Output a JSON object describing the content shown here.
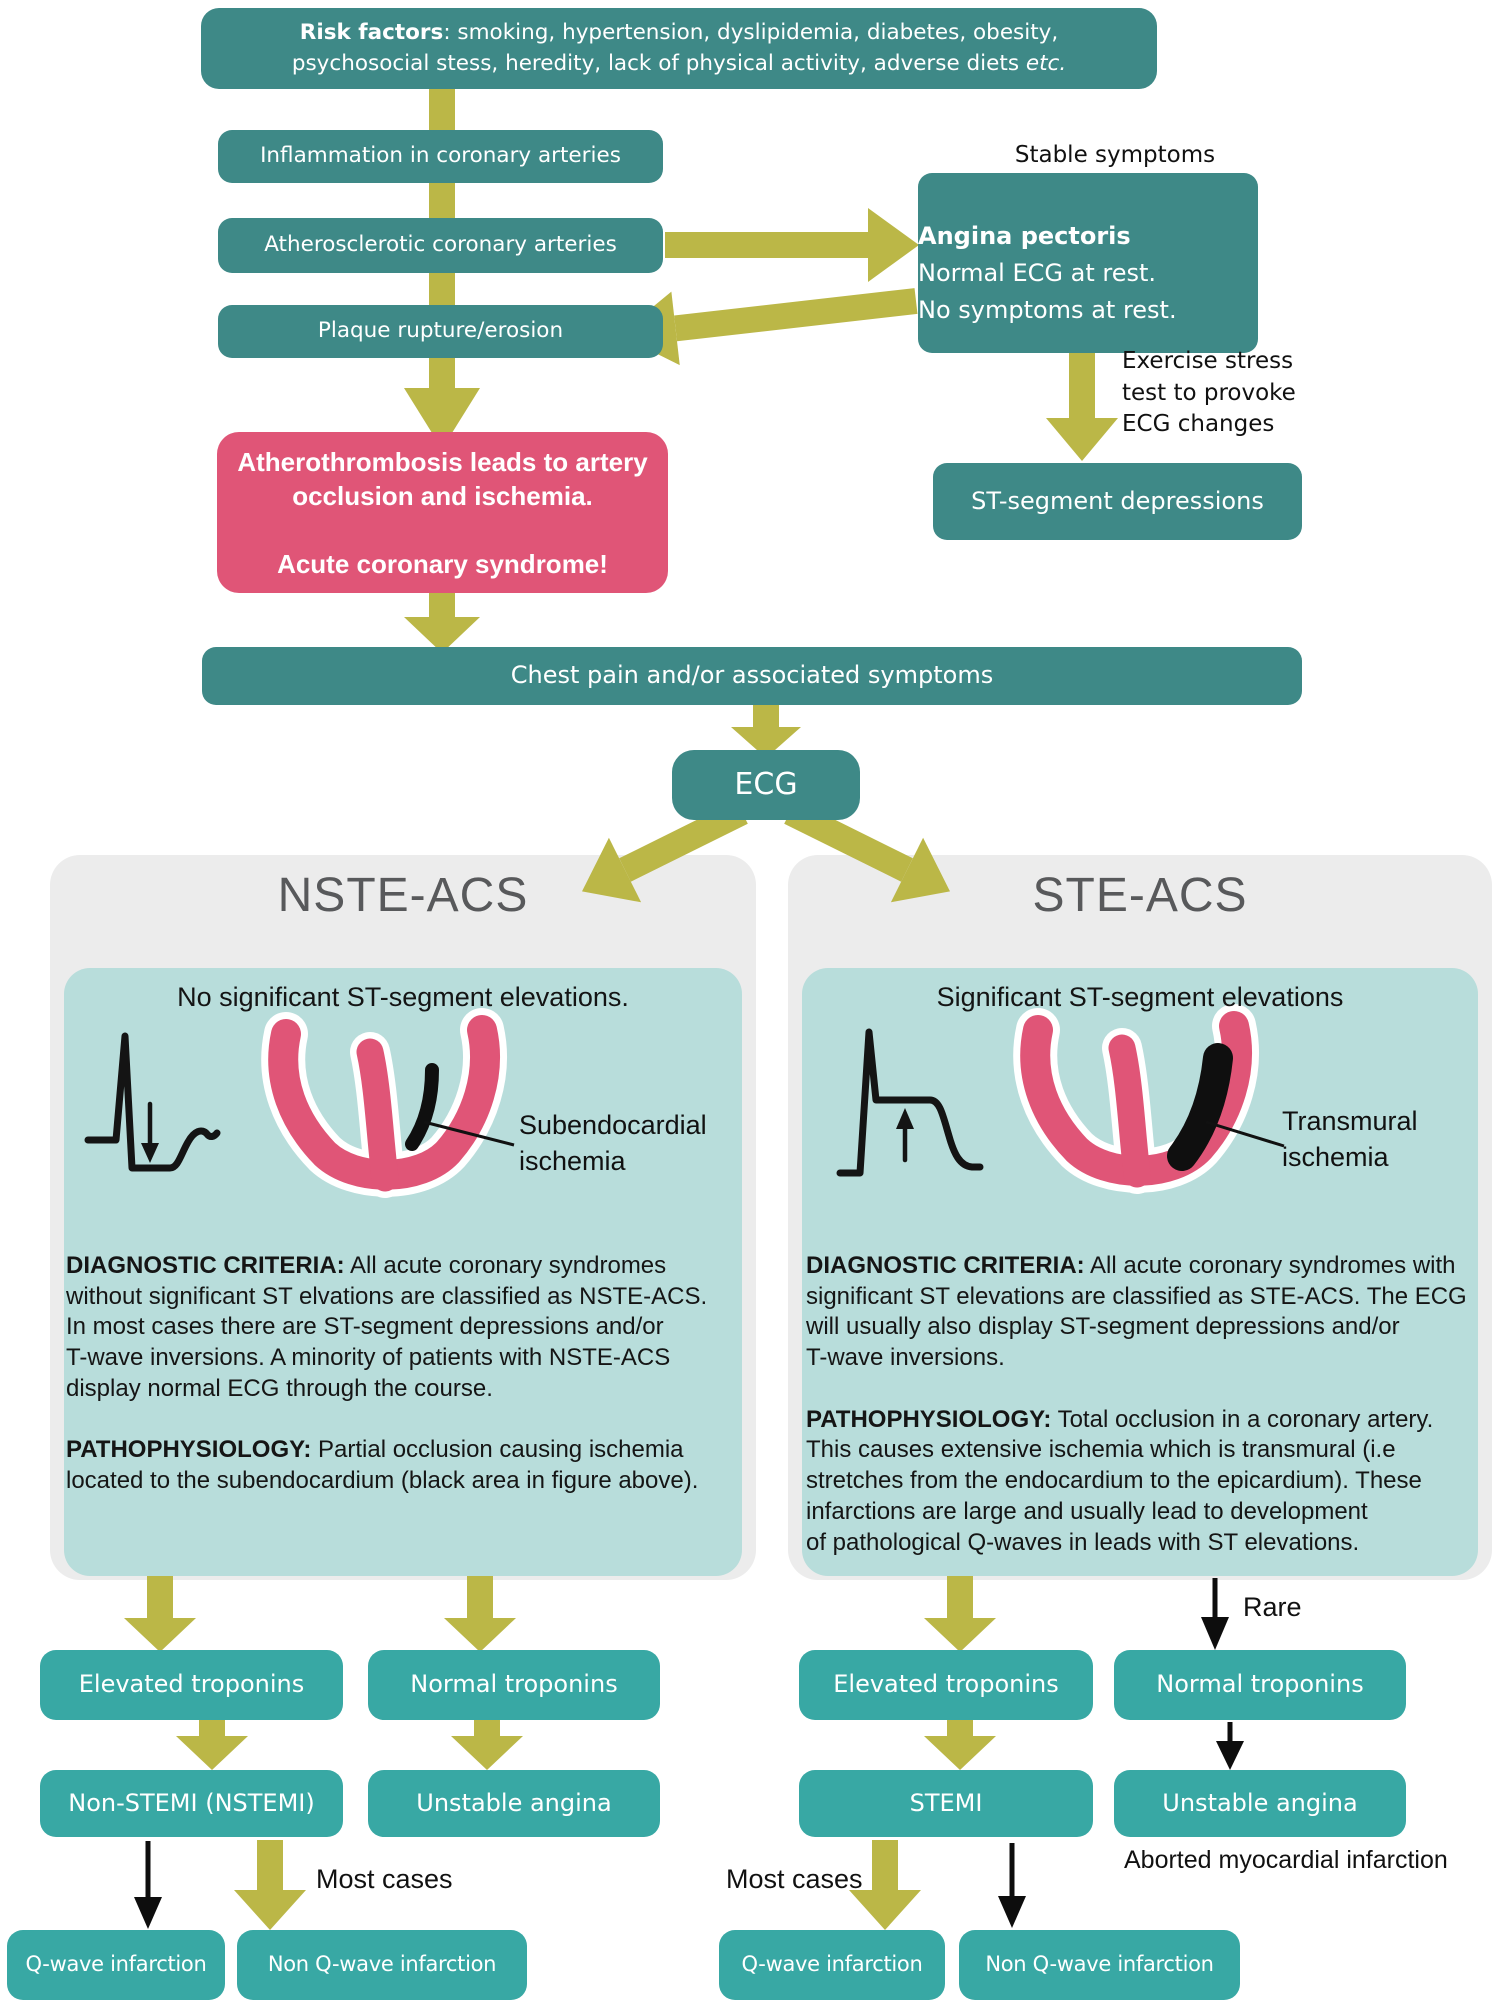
{
  "palette": {
    "dark_teal": "#3E8987",
    "bright_teal": "#38A8A4",
    "pink": "#E05577",
    "olive": "#BBB747",
    "panel_grey": "#ECECEC",
    "panel_teal": "#B8DDDB",
    "title_grey": "#58595B",
    "ink": "#151515"
  },
  "top": {
    "risk": {
      "lead": "Risk factors",
      "line1_rest": ": smoking, hypertension, dyslipidemia, diabetes, obesity,",
      "line2": "psychosocial stess, heredity, lack of physical activity, adverse diets ",
      "etc": "etc."
    },
    "inflammation": "Inflammation in coronary arteries",
    "atherosclerotic": "Atherosclerotic coronary arteries",
    "plaque": "Plaque rupture/erosion",
    "stable_symptoms": "Stable symptoms",
    "angina": {
      "title": "Angina pectoris",
      "line1": "Normal ECG at rest.",
      "line2": "No symptoms at rest."
    },
    "exercise_note": "Exercise stress\ntest to provoke\nECG changes",
    "st_depressions": "ST-segment depressions",
    "acs_text": "Atherothrombosis leads to artery\nocclusion and ischemia.\n\nAcute coronary syndrome!",
    "chest_pain": "Chest pain and/or associated symptoms",
    "ecg": "ECG"
  },
  "nste": {
    "title": "NSTE-ACS",
    "headline": "No significant ST-segment elevations.",
    "figure_label": "Subendocardial\nischemia",
    "dc_lead": "DIAGNOSTIC CRITERIA:",
    "dc_text": " All acute coronary syndromes\nwithout significant ST elvations are classified as NSTE-ACS.\nIn most cases there are ST-segment depressions and/or\nT-wave inversions. A minority of patients with NSTE-ACS\ndisplay normal ECG through the course.\n\n",
    "pp_lead": "PATHOPHYSIOLOGY:",
    "pp_text": " Partial occlusion causing ischemia\nlocated to the subendocardium (black area in figure above).",
    "elevated": "Elevated troponins",
    "normal": "Normal troponins",
    "nstemi": "Non-STEMI (NSTEMI)",
    "unstable": "Unstable angina",
    "most_cases": "Most cases",
    "qwave": "Q-wave infarction",
    "non_qwave": "Non Q-wave infarction"
  },
  "ste": {
    "title": "STE-ACS",
    "headline": "Significant ST-segment elevations",
    "figure_label": "Transmural\nischemia",
    "dc_lead": "DIAGNOSTIC CRITERIA:",
    "dc_text": " All acute coronary syndromes with\nsignificant ST elevations are classified as STE-ACS. The ECG\nwill usually also display ST-segment depressions and/or\nT-wave  inversions.\n\n",
    "pp_lead": "PATHOPHYSIOLOGY:",
    "pp_text": " Total occlusion in a coronary artery.\nThis causes extensive ischemia which is transmural (i.e\nstretches from the endocardium to the epicardium). These\ninfarctions are large and usually lead to development\nof pathological Q-waves in leads with ST elevations.",
    "rare": "Rare",
    "elevated": "Elevated troponins",
    "normal": "Normal troponins",
    "stemi": "STEMI",
    "unstable": "Unstable angina",
    "most_cases": "Most cases",
    "aborted": "Aborted myocardial infarction",
    "qwave": "Q-wave infarction",
    "non_qwave": "Non Q-wave infarction"
  }
}
